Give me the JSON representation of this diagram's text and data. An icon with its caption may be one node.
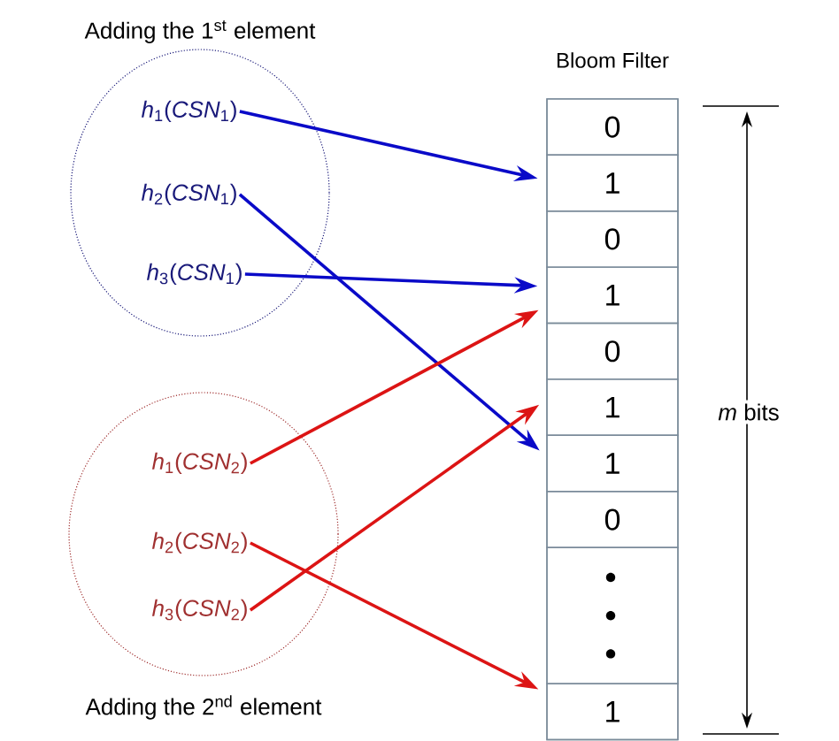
{
  "diagram": {
    "nodes": [
      {
        "text": [
          "Adding the 1$^{st}$ element"
        ]
      },
      {
        "text": [
          "*h*$_{1}$(*CSN*$_{1}$)"
        ],
        "in": 0
      },
      {
        "text": [
          "*h*$_{2}$(*CSN*$_{1}$)"
        ],
        "in": 0
      },
      {
        "text": [
          "*h*$_{3}$(*CSN*$_{1}$)"
        ],
        "in": 0
      },
      {
        "text": [
          "Adding the 2$^{nd}$ element"
        ]
      },
      {
        "text": [
          "*h*$_{1}$(*CSN*$_{2}$)"
        ],
        "in": 4
      },
      {
        "text": [
          "*h*$_{2}$(*CSN*$_{2}$)"
        ],
        "in": 4
      },
      {
        "text": [
          "*h*$_{3}$(*CSN*$_{2}$)"
        ],
        "in": 4
      },
      {
        "text": [
          "Bloom Filter"
        ]
      },
      {
        "text": [
          "0"
        ],
        "in": 8
      },
      {
        "text": [
          "1"
        ],
        "in": 8
      },
      {
        "text": [
          "0"
        ],
        "in": 8
      },
      {
        "text": [
          "1"
        ],
        "in": 8
      },
      {
        "text": [
          "0"
        ],
        "in": 8
      },
      {
        "text": [
          "1"
        ],
        "in": 8
      },
      {
        "text": [
          "1"
        ],
        "in": 8
      },
      {
        "text": [
          "0"
        ],
        "in": 8
      },
      {
        "text": [],
        "shape": "box",
        "in": 8
      },
      {
        "text": [
          "1"
        ],
        "in": 8
      }
    ],
    "edges": [
      {
        "from": 1,
        "to": 10,
        "arrow": "to",
        "color": "#0a0ac8"
      },
      {
        "from": 2,
        "to": 15,
        "arrow": "to",
        "color": "#0a0ac8"
      },
      {
        "from": 3,
        "to": 12,
        "arrow": "to",
        "color": "#0a0ac8"
      },
      {
        "from": 5,
        "to": 12,
        "arrow": "to",
        "color": "#dc1414"
      },
      {
        "from": 6,
        "to": 18,
        "arrow": "to",
        "color": "#dc1414"
      },
      {
        "from": 7,
        "to": 14,
        "arrow": "to",
        "color": "#dc1414"
      }
    ],
    "labels": [
      "*m* bits"
    ]
  }
}
